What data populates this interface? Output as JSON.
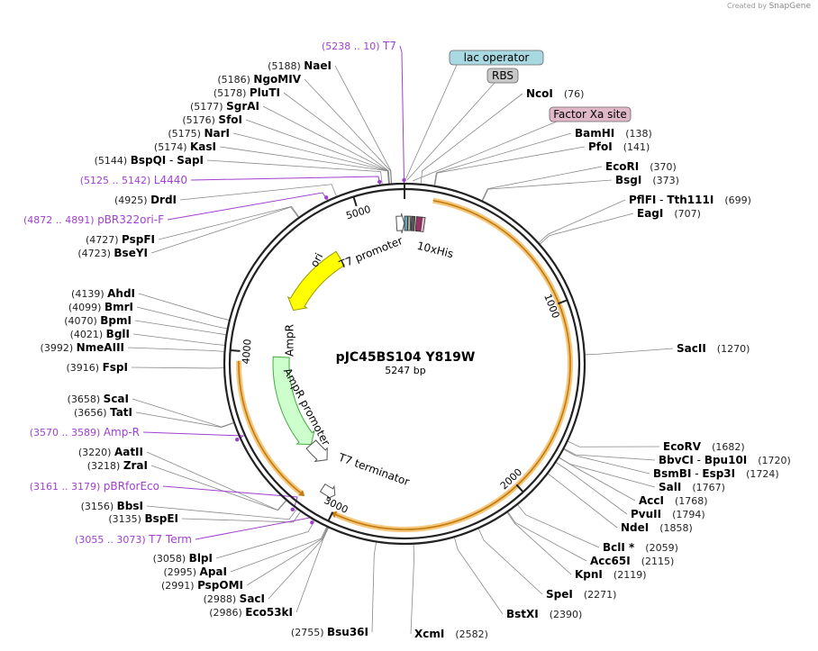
{
  "credit": {
    "prefix": "Created by",
    "brand": "SnapGene"
  },
  "plasmid": {
    "name": "pJC45BS104 Y819W",
    "length": 5247,
    "length_label": "5247 bp"
  },
  "ruler_ticks": [
    {
      "pos": 1000,
      "label": "1000"
    },
    {
      "pos": 2000,
      "label": "2000"
    },
    {
      "pos": 3000,
      "label": "3000"
    },
    {
      "pos": 4000,
      "label": "4000"
    },
    {
      "pos": 5000,
      "label": "5000"
    }
  ],
  "features": [
    {
      "name": "AmpR",
      "start": 3980,
      "end": 3340,
      "color": "#ccffcc"
    },
    {
      "name": "AmpR promoter",
      "start": 3340,
      "end": 3190,
      "color": "#ffffff"
    },
    {
      "name": "ori",
      "start": 4790,
      "end": 4310,
      "color": "#ffff00"
    },
    {
      "name": "T7 promoter",
      "start": 5240,
      "end": 20,
      "color": "#ffffff"
    },
    {
      "name": "10xHis",
      "start": 70,
      "end": 105,
      "color": "#993366"
    },
    {
      "name": "T7 terminator",
      "start": 3110,
      "end": 3030,
      "color": "#ffffff"
    }
  ],
  "orfs": [
    {
      "start": 145,
      "end": 2980
    },
    {
      "start": 3950,
      "end": 3190
    }
  ],
  "feature_labels": [
    {
      "text": "ori",
      "pos": 4560
    },
    {
      "text": "T7 promoter",
      "pos": 5180
    },
    {
      "text": "10xHis",
      "pos": 120
    },
    {
      "text": "AmpR",
      "pos": 3680
    },
    {
      "text": "AmpR promoter",
      "pos": 3440
    },
    {
      "text": "T7 terminator",
      "pos": 2960
    }
  ],
  "boxed_labels": [
    {
      "text": "lac operator",
      "pos": 40,
      "fill": "#a8d8e0"
    },
    {
      "text": "RBS",
      "pos": 55,
      "fill": "#c8c8c8"
    },
    {
      "text": "Factor Xa site",
      "pos": 110,
      "fill": "#e0b8c8"
    }
  ],
  "enzymes_right": [
    {
      "name": "NcoI",
      "coord": "(76)",
      "pos": 76
    },
    {
      "name": "BamHI",
      "coord": "(138)",
      "pos": 138
    },
    {
      "name": "PfoI",
      "coord": "(141)",
      "pos": 141
    },
    {
      "name": "EcoRI",
      "coord": "(370)",
      "pos": 370
    },
    {
      "name": "BsgI",
      "coord": "(373)",
      "pos": 373
    },
    {
      "name": "PflFI",
      "name2": "Tth111I",
      "coord": "(699)",
      "pos": 699
    },
    {
      "name": "EagI",
      "coord": "(707)",
      "pos": 707
    },
    {
      "name": "SacII",
      "coord": "(1270)",
      "pos": 1270
    },
    {
      "name": "EcoRV",
      "coord": "(1682)",
      "pos": 1682
    },
    {
      "name": "BbvCI",
      "name2": "Bpu10I",
      "coord": "(1720)",
      "pos": 1720
    },
    {
      "name": "BsmBI",
      "name2": "Esp3I",
      "coord": "(1724)",
      "pos": 1724
    },
    {
      "name": "SalI",
      "coord": "(1767)",
      "pos": 1767
    },
    {
      "name": "AccI",
      "coord": "(1768)",
      "pos": 1768
    },
    {
      "name": "PvuII",
      "coord": "(1794)",
      "pos": 1794
    },
    {
      "name": "NdeI",
      "coord": "(1858)",
      "pos": 1858
    },
    {
      "name": "BclI *",
      "coord": "(2059)",
      "pos": 2059
    },
    {
      "name": "Acc65I",
      "coord": "(2115)",
      "pos": 2115
    },
    {
      "name": "KpnI",
      "coord": "(2119)",
      "pos": 2119
    },
    {
      "name": "SpeI",
      "coord": "(2271)",
      "pos": 2271
    },
    {
      "name": "BstXI",
      "coord": "(2390)",
      "pos": 2390
    },
    {
      "name": "XcmI",
      "coord": "(2582)",
      "pos": 2582
    }
  ],
  "enzymes_left": [
    {
      "name": "NaeI",
      "coord": "(5188)",
      "pos": 5188
    },
    {
      "name": "NgoMIV",
      "coord": "(5186)",
      "pos": 5186
    },
    {
      "name": "PluTI",
      "coord": "(5178)",
      "pos": 5178
    },
    {
      "name": "SgrAI",
      "coord": "(5177)",
      "pos": 5177
    },
    {
      "name": "SfoI",
      "coord": "(5176)",
      "pos": 5176
    },
    {
      "name": "NarI",
      "coord": "(5175)",
      "pos": 5175
    },
    {
      "name": "KasI",
      "coord": "(5174)",
      "pos": 5174
    },
    {
      "name": "BspQI",
      "name2": "SapI",
      "coord": "(5144)",
      "pos": 5144
    },
    {
      "name": "DrdI",
      "coord": "(4925)",
      "pos": 4925
    },
    {
      "name": "PspFI",
      "coord": "(4727)",
      "pos": 4727
    },
    {
      "name": "BseYI",
      "coord": "(4723)",
      "pos": 4723
    },
    {
      "name": "AhdI",
      "coord": "(4139)",
      "pos": 4139
    },
    {
      "name": "BmrI",
      "coord": "(4099)",
      "pos": 4099
    },
    {
      "name": "BpmI",
      "coord": "(4070)",
      "pos": 4070
    },
    {
      "name": "BglI",
      "coord": "(4021)",
      "pos": 4021
    },
    {
      "name": "NmeAIII",
      "coord": "(3992)",
      "pos": 3992
    },
    {
      "name": "FspI",
      "coord": "(3916)",
      "pos": 3916
    },
    {
      "name": "ScaI",
      "coord": "(3658)",
      "pos": 3658
    },
    {
      "name": "TatI",
      "coord": "(3656)",
      "pos": 3656
    },
    {
      "name": "AatII",
      "coord": "(3220)",
      "pos": 3220
    },
    {
      "name": "ZraI",
      "coord": "(3218)",
      "pos": 3218
    },
    {
      "name": "BbsI",
      "coord": "(3156)",
      "pos": 3156
    },
    {
      "name": "BspEI",
      "coord": "(3135)",
      "pos": 3135
    },
    {
      "name": "BlpI",
      "coord": "(3058)",
      "pos": 3058
    },
    {
      "name": "ApaI",
      "coord": "(2995)",
      "pos": 2995
    },
    {
      "name": "PspOMI",
      "coord": "(2991)",
      "pos": 2991
    },
    {
      "name": "SacI",
      "coord": "(2988)",
      "pos": 2988
    },
    {
      "name": "Eco53kI",
      "coord": "(2986)",
      "pos": 2986
    },
    {
      "name": "Bsu36I",
      "coord": "(2755)",
      "pos": 2755
    }
  ],
  "primers": [
    {
      "name": "T7",
      "range": "(5238 .. 10)",
      "pos": 5245,
      "side": "top"
    },
    {
      "name": "L4440",
      "range": "(5125 .. 5142)",
      "pos": 5133,
      "side": "left"
    },
    {
      "name": "pBR322ori-F",
      "range": "(4872 .. 4891)",
      "pos": 4880,
      "side": "left"
    },
    {
      "name": "Amp-R",
      "range": "(3570 .. 3589)",
      "pos": 3580,
      "side": "left"
    },
    {
      "name": "pBRforEco",
      "range": "(3161 .. 3179)",
      "pos": 3170,
      "side": "left"
    },
    {
      "name": "T7 Term",
      "range": "(3055 .. 3073)",
      "pos": 3064,
      "side": "left"
    }
  ],
  "colors": {
    "enzyme": "#000000",
    "coord": "#222222",
    "primer": "#a040d0",
    "orf": "#f0a020",
    "backbone": "#222222"
  }
}
